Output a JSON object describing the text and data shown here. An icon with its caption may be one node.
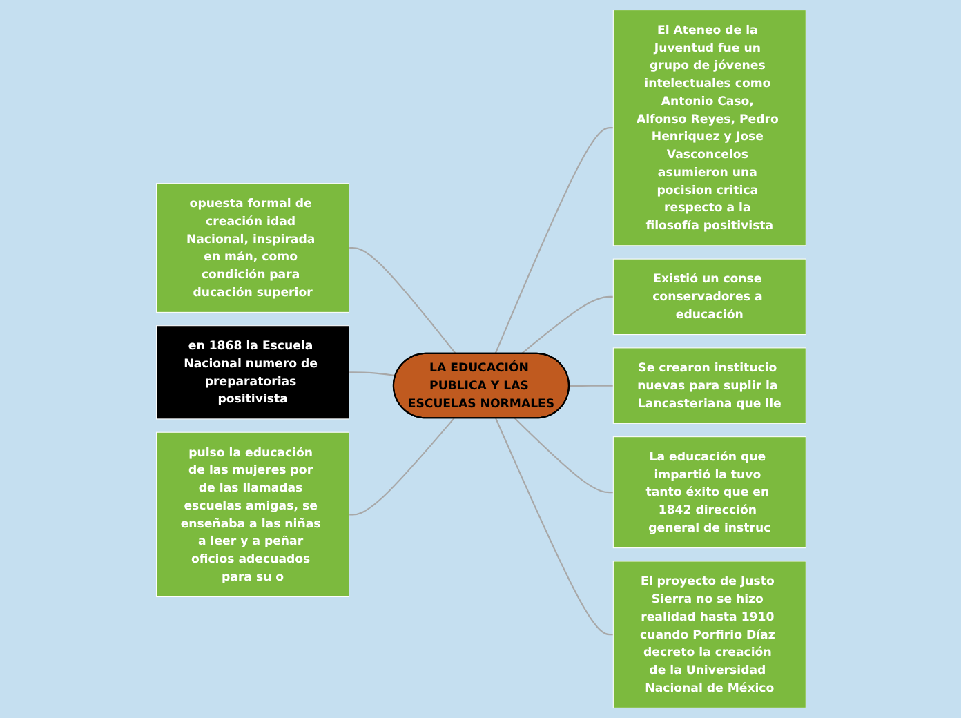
{
  "diagram": {
    "nodes": [
      {
        "text": [
          "LA EDUCACIÓN PUBLICA Y LAS ESCUELAS NORMALES"
        ]
      },
      {
        "text": [
          "El Ateneo de la Juventud fue un grupo de jóvenes intelectuales como Antonio Caso, Alfonso Reyes, Pedro Henriquez y Jose Vasconcelos asumieron una pocision critica respecto a la filosofía positivista"
        ]
      },
      {
        "text": [
          "Existió un conse conservadores a educación"
        ]
      },
      {
        "text": [
          "Se crearon institucio nuevas para suplir la Lancasteriana que lle"
        ]
      },
      {
        "text": [
          "La educación que impartió la tuvo tanto éxito que en 1842 dirección general de instruc"
        ]
      },
      {
        "text": [
          "El proyecto de Justo Sierra no se hizo realidad hasta 1910 cuando Porfirio Díaz decreto la creación de la Universidad Nacional de México"
        ]
      },
      {
        "text": [
          "opuesta formal de creación idad Nacional, inspirada en mán, como condición para ducación superior"
        ]
      },
      {
        "text": [
          "en 1868 la Escuela Nacional numero de preparatorias positivista"
        ]
      },
      {
        "text": [
          "pulso la educación de las mujeres por de las llamadas escuelas amigas, se enseñaba a las niñas a leer y a peñar oficios adecuados para su o"
        ]
      }
    ],
    "edges": [
      {
        "from": 0,
        "to": 1,
        "arrow": "none"
      },
      {
        "from": 0,
        "to": 2,
        "arrow": "none"
      },
      {
        "from": 0,
        "to": 3,
        "arrow": "none"
      },
      {
        "from": 0,
        "to": 4,
        "arrow": "none"
      },
      {
        "from": 0,
        "to": 5,
        "arrow": "none"
      },
      {
        "from": 6,
        "to": 0,
        "arrow": "none"
      },
      {
        "from": 7,
        "to": 0,
        "arrow": "none"
      },
      {
        "from": 8,
        "to": 0,
        "arrow": "none"
      }
    ]
  }
}
